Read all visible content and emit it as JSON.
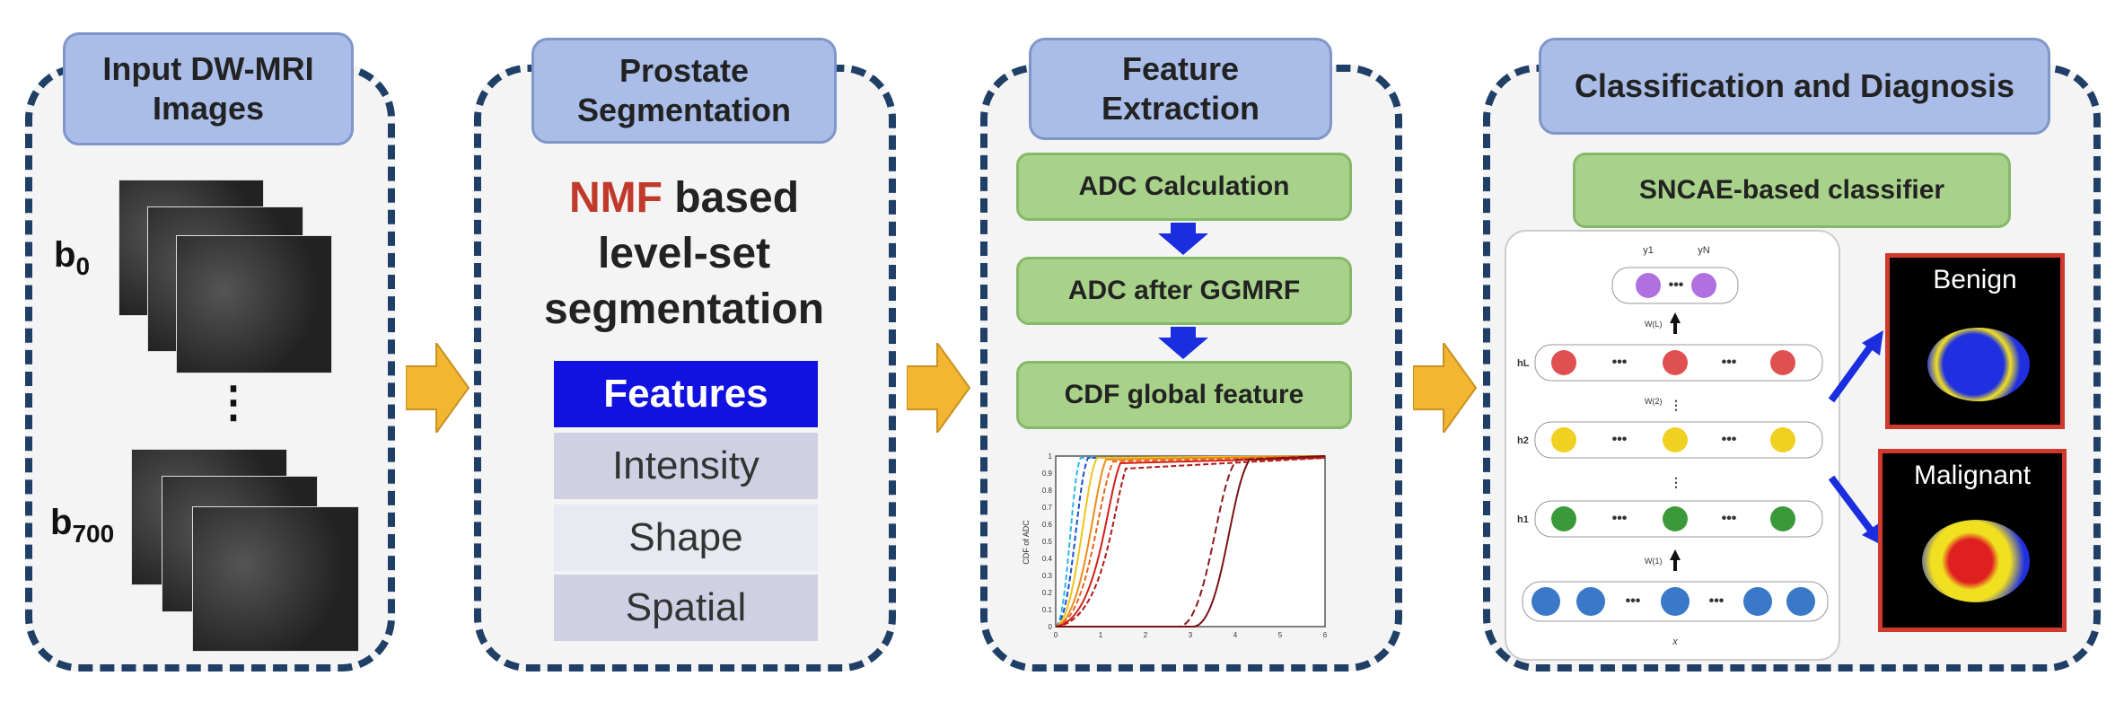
{
  "panels": {
    "input": {
      "title": "Input DW-MRI\nImages",
      "b0_base": "b",
      "b0_sub": "0",
      "b700_base": "b",
      "b700_sub": "700",
      "dots": "⋮"
    },
    "segmentation": {
      "title": "Prostate\nSegmentation",
      "method_highlight": "NMF",
      "method_rest_1": " based",
      "method_line_2": "level-set",
      "method_line_3": "segmentation",
      "features_header": "Features",
      "features": [
        "Intensity",
        "Shape",
        "Spatial"
      ]
    },
    "extraction": {
      "title": "Feature\nExtraction",
      "steps": [
        "ADC Calculation",
        "ADC after GGMRF",
        "CDF global feature"
      ],
      "plot_ylabel": "CDF of ADC",
      "plot_yticks": [
        "1",
        "0.9",
        "0.8",
        "0.7",
        "0.6",
        "0.5",
        "0.4",
        "0.3",
        "0.2",
        "0.1",
        "0"
      ],
      "plot_xticks": [
        "0",
        "1",
        "2",
        "3",
        "4",
        "5",
        "6"
      ]
    },
    "classification": {
      "title": "Classification and Diagnosis",
      "classifier": "SNCAE-based classifier",
      "net_layers": [
        "hL",
        "h2",
        "h1",
        "x"
      ],
      "weights": [
        "W(L)",
        "W(2)",
        "W(1)"
      ],
      "output_labels": [
        "y1",
        "yN"
      ],
      "outcomes": [
        "Benign",
        "Malignant"
      ]
    }
  },
  "colors": {
    "panel_border": "#1f3f66",
    "title_fill": "#a9bde8",
    "step_fill": "#a8d28a",
    "arrow_fill": "#f2b632",
    "features_header": "#1212e0",
    "nmf_red": "#c0392b",
    "outcome_border": "#d03a2c"
  }
}
